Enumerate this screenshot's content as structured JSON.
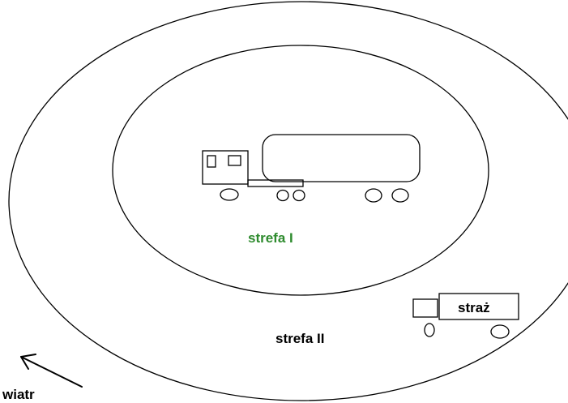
{
  "labels": {
    "zone_inner": "strefa I",
    "zone_outer": "strefa II",
    "fire_truck": "straż",
    "wind": "wiatr"
  },
  "colors": {
    "zone_inner_label": "#2e8b2e",
    "stroke": "#000000",
    "background": "#ffffff"
  },
  "icons": [
    "tanker-truck-icon",
    "fire-truck-icon",
    "wind-arrow-icon"
  ]
}
